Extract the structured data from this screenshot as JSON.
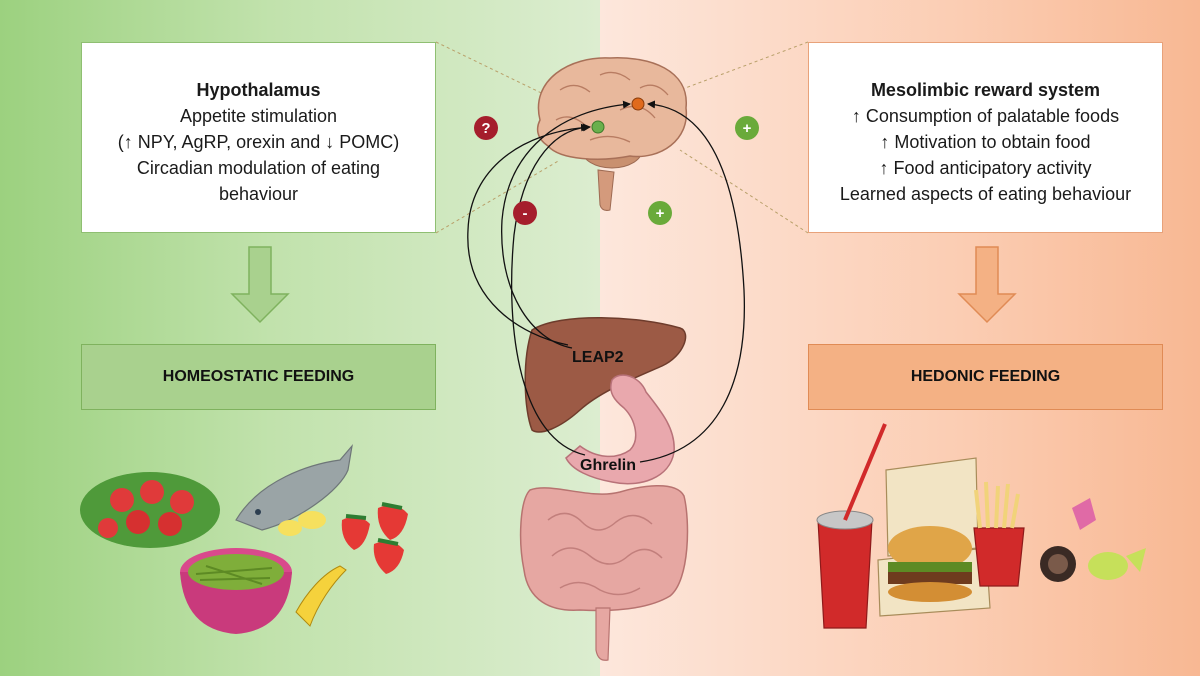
{
  "hypothalamus": {
    "title": "Hypothalamus",
    "lines": [
      "Appetite stimulation",
      "(↑ NPY, AgRP, orexin and ↓ POMC)",
      "Circadian modulation of eating",
      "behaviour"
    ]
  },
  "mesolimbic": {
    "title": "Mesolimbic reward system",
    "lines": [
      "↑ Consumption of palatable foods",
      "↑ Motivation to obtain food",
      "↑ Food anticipatory activity",
      "Learned aspects of eating behaviour"
    ]
  },
  "feeding": {
    "homeostatic": "HOMEOSTATIC FEEDING",
    "hedonic": "HEDONIC FEEDING"
  },
  "hormones": {
    "leap2": "LEAP2",
    "ghrelin": "Ghrelin"
  },
  "badges": {
    "question": "?",
    "minus": "-",
    "plus_lower": "+",
    "plus_upper": "+"
  },
  "colors": {
    "green_panel": "#a9d18e",
    "orange_panel": "#f4b184",
    "badge_red": "#a51e2c",
    "badge_green": "#6aaa3a",
    "hypothalamus_dot": "#6ab04c",
    "mesolimbic_dot": "#e06a1c"
  }
}
